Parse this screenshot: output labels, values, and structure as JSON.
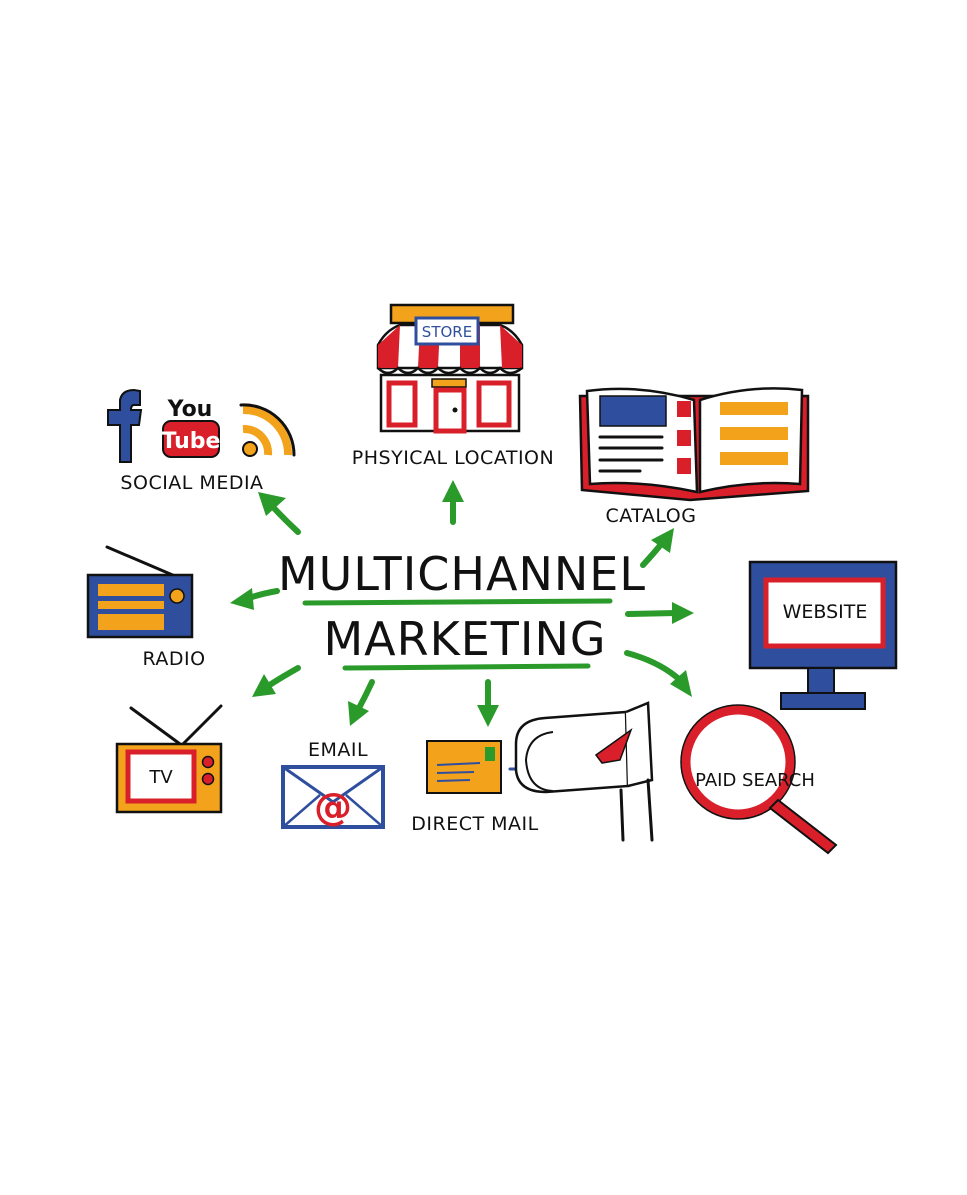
{
  "title": {
    "line1": "MULTICHANNEL",
    "line2": "MARKETING"
  },
  "channels": {
    "social_media": {
      "label": "SOCIAL MEDIA",
      "youtube_top": "You",
      "youtube_bottom": "Tube",
      "facebook": "f"
    },
    "physical_location": {
      "label": "PHSYICAL LOCATION",
      "sign": "STORE"
    },
    "catalog": {
      "label": "CATALOG"
    },
    "radio": {
      "label": "RADIO"
    },
    "website": {
      "label": "WEBSITE"
    },
    "tv": {
      "label": "TV"
    },
    "email": {
      "label": "EMAIL",
      "symbol": "@"
    },
    "direct_mail": {
      "label": "DIRECT MAIL"
    },
    "paid_search": {
      "label": "PAID SEARCH"
    }
  },
  "colors": {
    "arrow_green": "#2a9a2a",
    "blue": "#2f4f9e",
    "red": "#d9202a",
    "orange": "#f3a21c",
    "ink": "#111111"
  },
  "icons": [
    "facebook-icon",
    "youtube-icon",
    "rss-icon",
    "store-icon",
    "catalog-book-icon",
    "radio-icon",
    "monitor-icon",
    "tv-icon",
    "envelope-icon",
    "mailbox-icon",
    "magnifier-icon"
  ]
}
